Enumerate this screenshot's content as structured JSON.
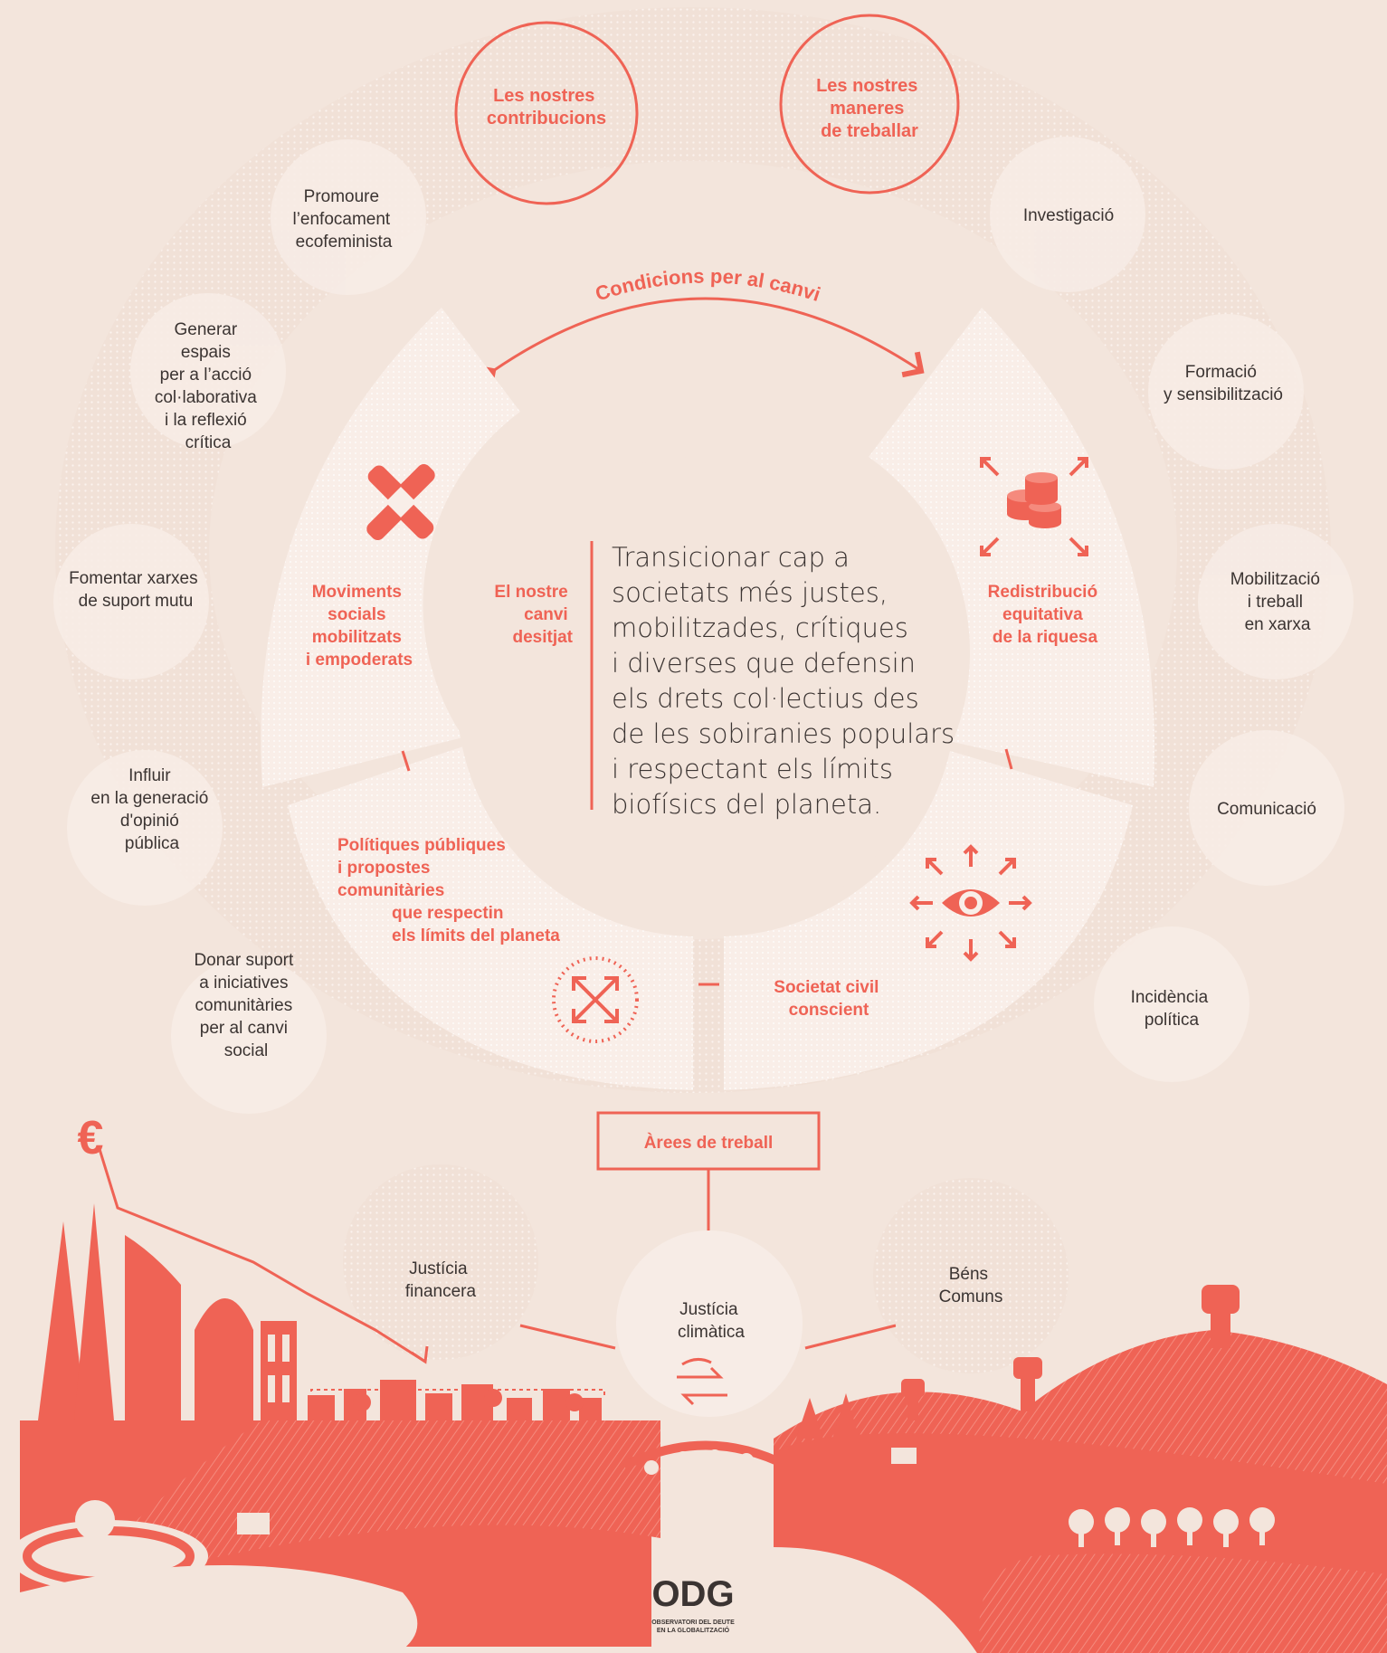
{
  "top_circles": {
    "contributions": [
      "Les nostres",
      "contribucions"
    ],
    "ways": [
      "Les nostres",
      "maneres",
      "de treballar"
    ]
  },
  "contributions": [
    [
      "Promoure",
      "l’enfocament",
      "ecofeminista"
    ],
    [
      "Generar",
      "espais",
      "per a l’acció",
      "col·laborativa",
      "i la reflexió",
      "crítica"
    ],
    [
      "Fomentar xarxes",
      "de suport mutu"
    ],
    [
      "Influir",
      "en la generació",
      "d'opinió",
      "pública"
    ],
    [
      "Donar suport",
      "a iniciatives",
      "comunitàries",
      "per al canvi",
      "social"
    ]
  ],
  "ways_of_working": [
    [
      "Investigació"
    ],
    [
      "Formació",
      "y sensibilització"
    ],
    [
      "Mobilització",
      "i treball",
      "en xarxa"
    ],
    [
      "Comunicació"
    ],
    [
      "Incidència",
      "política"
    ]
  ],
  "conditions_label": "Condicions per al canvi",
  "conditions": {
    "movements": [
      "Moviments",
      "socials",
      "mobilitzats",
      "i empoderats"
    ],
    "redistribution": [
      "Redistribució",
      "equitativa",
      "de la riquesa"
    ],
    "policies": [
      "Polítiques públiques",
      "i propostes",
      "comunitàries",
      "que respectin",
      "els límits del planeta"
    ],
    "civil_society": [
      "Societat civil",
      "conscient"
    ]
  },
  "desired_change": {
    "label": [
      "El nostre",
      "canvi",
      "desitjat"
    ],
    "text": [
      "Transicionar cap a",
      "societats més justes,",
      "mobilitzades, crítiques",
      "i diverses que defensin",
      "els drets col·lectius des",
      "de les sobiranies populars",
      "i respectant els límits",
      "biofísics del planeta."
    ]
  },
  "areas_label": "Àrees de treball",
  "areas": {
    "financial": [
      "Justícia",
      "financera"
    ],
    "climate": [
      "Justícia",
      "climàtica"
    ],
    "commons": [
      "Béns",
      "Comuns"
    ]
  },
  "euro_symbol": "€",
  "logo": {
    "mark": "ODG",
    "line1": "OBSERVATORI DEL DEUTE",
    "line2": "EN LA GLOBALITZACIÓ"
  },
  "colors": {
    "background": "#f3e5dc",
    "accent": "#ef6355",
    "text": "#3b3432",
    "light_panel": "#faf0ea"
  },
  "icons": [
    "hands-icon",
    "coins-arrows-icon",
    "eye-arrows-icon",
    "expand-arrows-icon",
    "climate-arrows-icon",
    "fist-icon",
    "euro-icon"
  ]
}
